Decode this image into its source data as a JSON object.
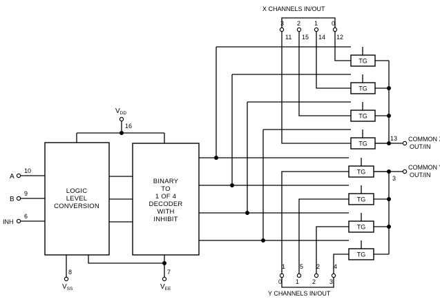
{
  "x_header": "X CHANNELS IN/OUT",
  "y_header": "Y CHANNELS IN/OUT",
  "blocks": {
    "logic": [
      "LOGIC",
      "LEVEL",
      "CONVERSION"
    ],
    "decoder": [
      "BINARY",
      "TO",
      "1 OF 4",
      "DECODER",
      "WITH",
      "INHIBIT"
    ]
  },
  "inputs": [
    {
      "name": "A",
      "pin": "10"
    },
    {
      "name": "B",
      "pin": "9"
    },
    {
      "name": "INH",
      "pin": "6"
    }
  ],
  "supplies": {
    "vdd": {
      "label": "V",
      "sub": "DD",
      "pin": "16"
    },
    "vss": {
      "label": "V",
      "sub": "SS",
      "pin": "8"
    },
    "vee": {
      "label": "V",
      "sub": "EE",
      "pin": "7"
    }
  },
  "x_channels": [
    {
      "channel": "3",
      "pin": "11"
    },
    {
      "channel": "2",
      "pin": "15"
    },
    {
      "channel": "1",
      "pin": "14"
    },
    {
      "channel": "0",
      "pin": "12"
    }
  ],
  "y_channels": [
    {
      "channel": "0",
      "pin": "1"
    },
    {
      "channel": "1",
      "pin": "5"
    },
    {
      "channel": "2",
      "pin": "2"
    },
    {
      "channel": "3",
      "pin": "4"
    }
  ],
  "gate_label": "TG",
  "common_x": {
    "line1": "COMMON X",
    "line2": "OUT/IN",
    "pin": "13"
  },
  "common_y": {
    "line1": "COMMON Y",
    "line2": "OUT/IN",
    "pin": "3"
  }
}
